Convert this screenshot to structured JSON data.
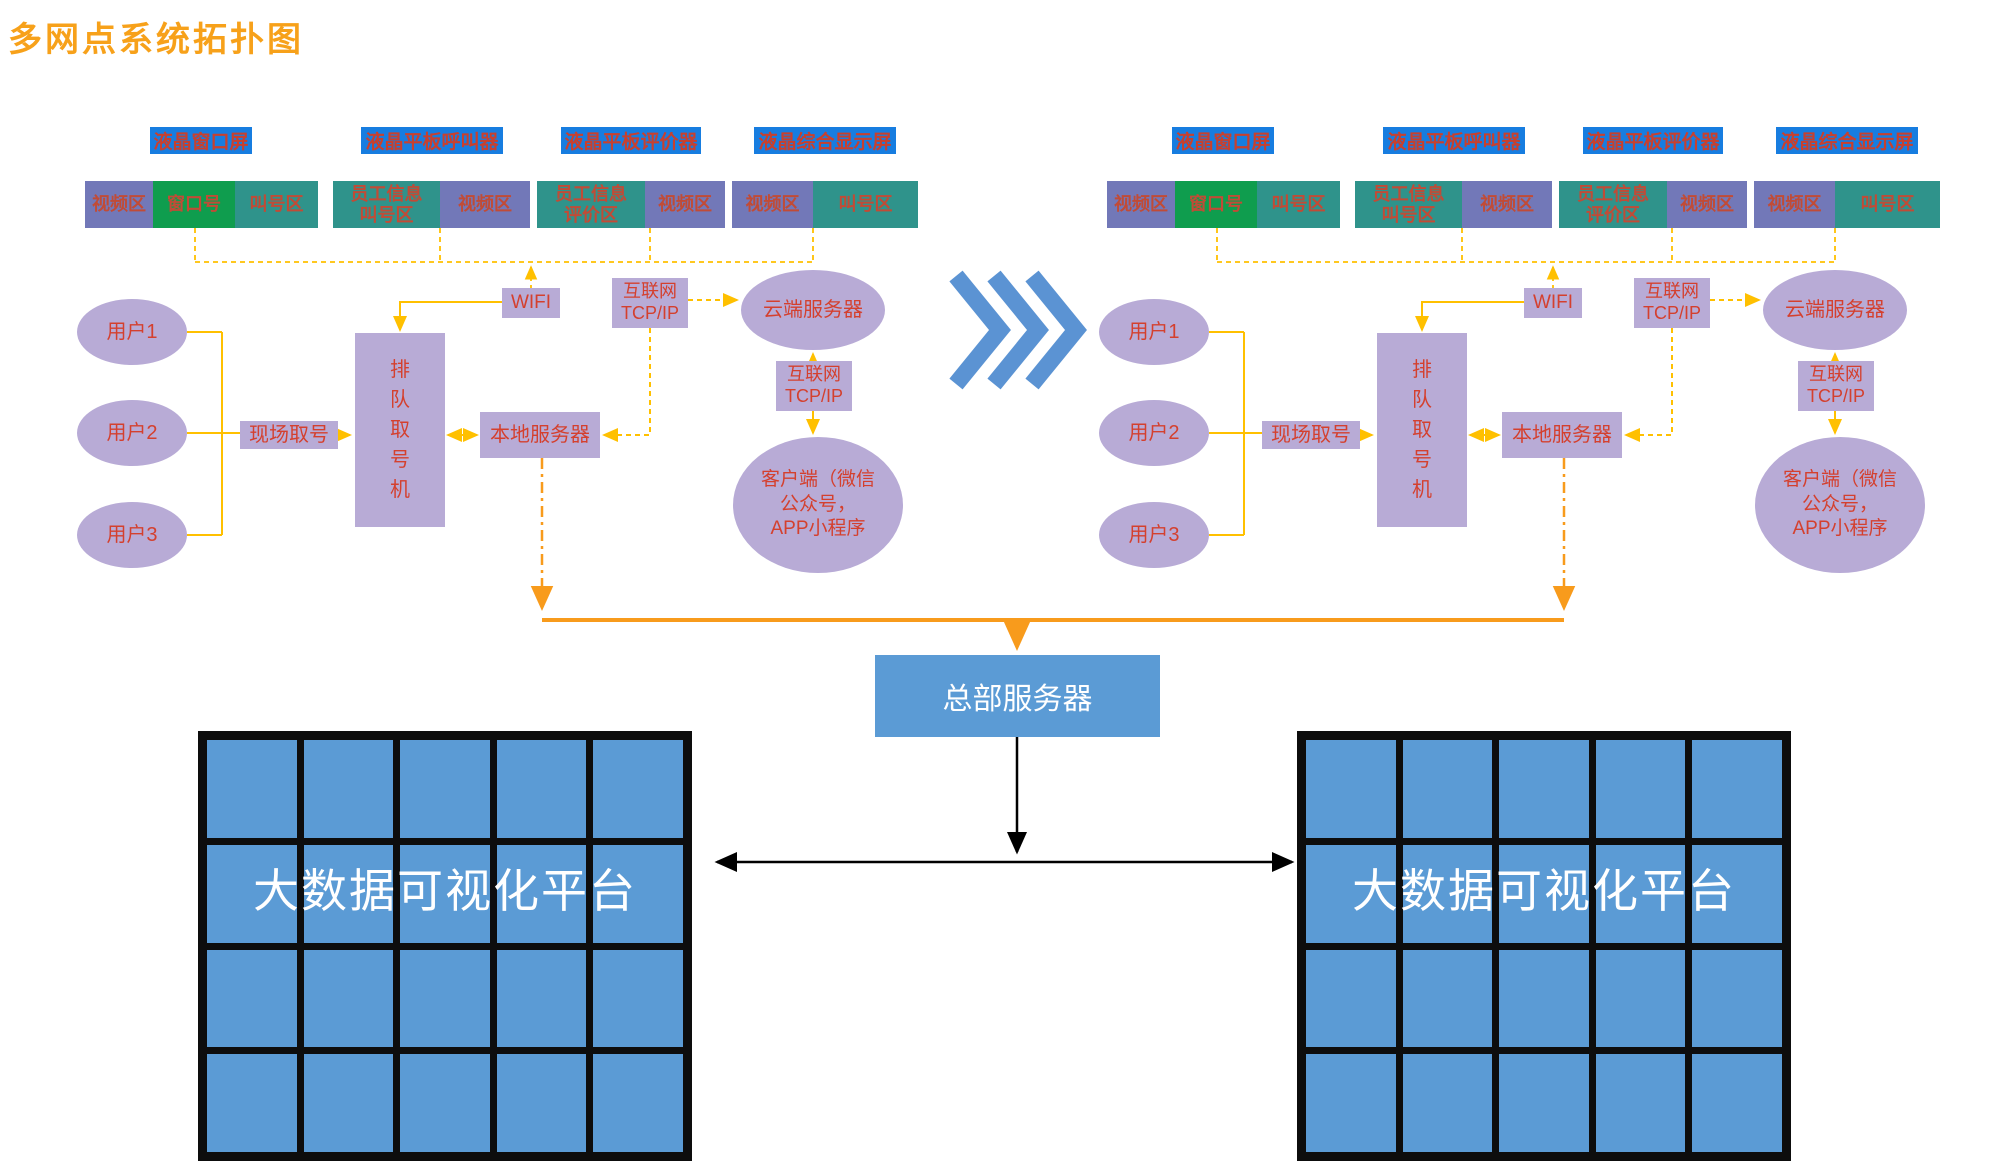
{
  "title": "多网点系统拓扑图",
  "screens": [
    {
      "label": "液晶窗口屏",
      "seg1": "视频区",
      "seg2": "窗口号",
      "seg3": "叫号区"
    },
    {
      "label": "液晶平板呼叫器",
      "seg1": "员工信息\n叫号区",
      "seg2": "视频区"
    },
    {
      "label": "液晶平板评价器",
      "seg1": "员工信息\n评价区",
      "seg2": "视频区"
    },
    {
      "label": "液晶综合显示屏",
      "seg1": "视频区",
      "seg2": "叫号区"
    }
  ],
  "site": {
    "users": [
      "用户1",
      "用户2",
      "用户3"
    ],
    "onsite_ticket": "现场取号",
    "queue_machine": "排队取号机",
    "local_server": "本地服务器",
    "wifi": "WIFI",
    "internet_tcpip_top": "互联网\nTCP/IP",
    "cloud_server": "云端服务器",
    "internet_tcpip_mid": "互联网\nTCP/IP",
    "client": "客户端（微信\n公众号，\nAPP小程序"
  },
  "hq_server": "总部服务器",
  "video_wall": "大数据可视化平台",
  "icons": {
    "center_divider": "triple-chevron-right"
  },
  "colors": {
    "title_orange": "#f7a11a",
    "screen_label_blue": "#177de0",
    "segment_purple": "#7278b8",
    "segment_green": "#0f9d4e",
    "segment_teal": "#2f938b",
    "node_purple": "#b8abd6",
    "diagram_text_red": "#d4402e",
    "connector_yellow": "#ffc000",
    "connector_orange": "#f89b1c",
    "hq_blue": "#5b9bd5",
    "wall_blue": "#5b9bd5",
    "chevron_blue": "#5b93d3",
    "wall_grid_black": "#0d0d0d"
  }
}
